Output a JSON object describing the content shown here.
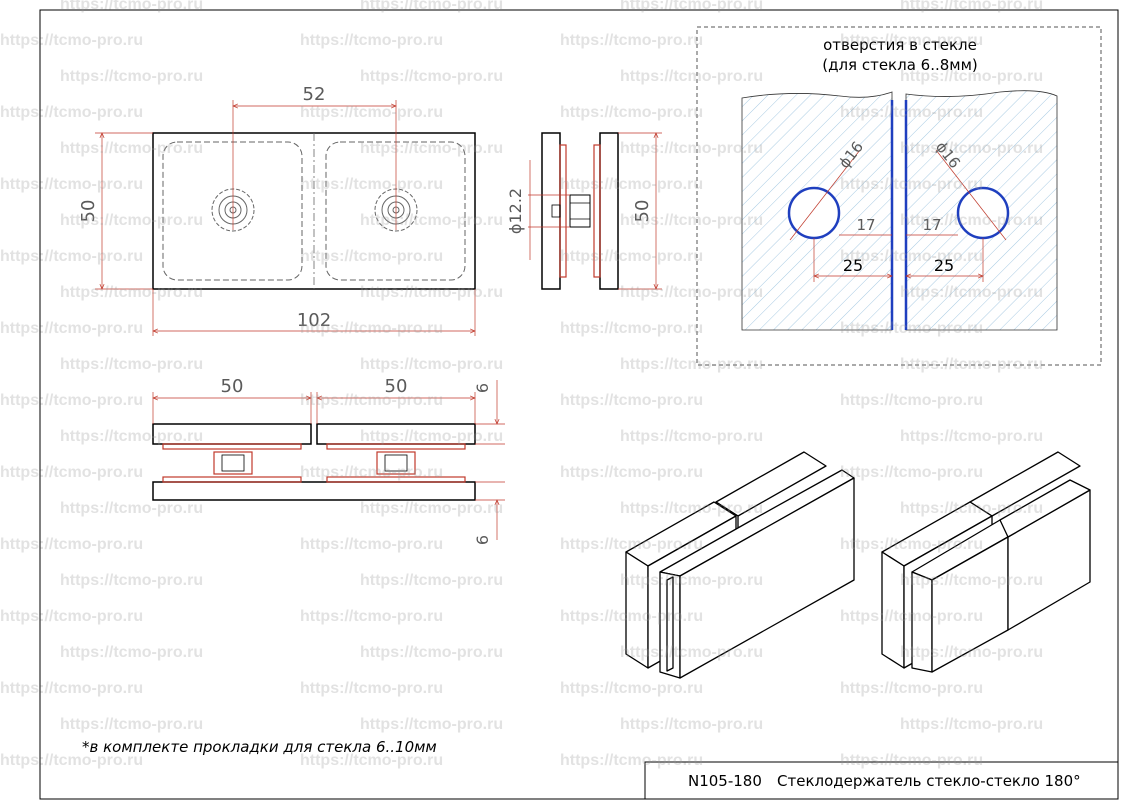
{
  "watermark": "https://tcmo-pro.ru",
  "dimensions": {
    "hole_spacing": "52",
    "height_left": "50",
    "height_right": "50",
    "width_total": "102",
    "bolt_diameter": "ϕ12.2",
    "half_width_left": "50",
    "half_width_right": "50",
    "plate_thickness_top": "6",
    "plate_thickness_bottom": "6"
  },
  "glass_holes": {
    "title_line1": "отверстия в стекле",
    "title_line2": "(для стекла 6..8мм)",
    "diameter_left": "ϕ16",
    "diameter_right": "ϕ16",
    "edge_left": "17",
    "edge_right": "17",
    "center_left": "25",
    "center_right": "25"
  },
  "note": "*в комплекте прокладки для стекла 6..10мм",
  "title_block": {
    "code": "N105-180",
    "name": "Стеклодержатель стекло-стекло 180°"
  },
  "colors": {
    "line": "#000000",
    "gasket": "#c0392b",
    "glass_edge": "#1f3fbf",
    "hatch": "#9fc3df",
    "dimension": "#c0392b"
  }
}
